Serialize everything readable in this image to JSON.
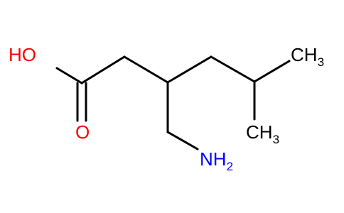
{
  "molecule": {
    "atoms": {
      "hydroxyl": {
        "symbol": "HO",
        "color": "#ff0000"
      },
      "carbonyl_oxygen": {
        "symbol": "O",
        "color": "#ff0000"
      },
      "methyl_top": {
        "symbol": "CH",
        "subscript": "3",
        "color": "#000000"
      },
      "methyl_bottom": {
        "symbol": "CH",
        "subscript": "3",
        "color": "#000000"
      },
      "amine": {
        "symbol": "NH",
        "subscript": "2",
        "color": "#0000ff"
      }
    },
    "bond_color": "#000000",
    "heteroatom_colors": {
      "oxygen": "#ff0000",
      "nitrogen": "#0000ff"
    }
  }
}
